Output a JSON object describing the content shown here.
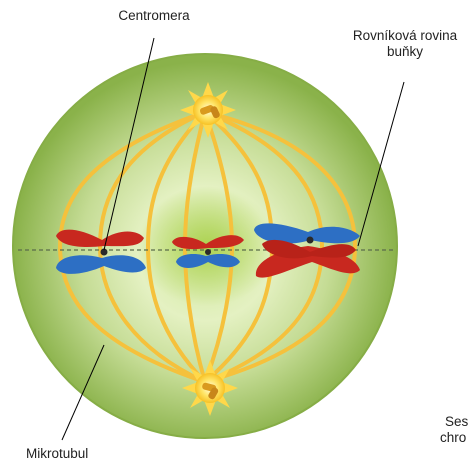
{
  "labels": {
    "centromere": "Centromera",
    "equatorial_plane_line1": "Rovníková rovina",
    "equatorial_plane_line2": "buňky",
    "microtubule": "Mikrotubul",
    "sister_chromatids_line1": "Ses",
    "sister_chromatids_line2": "chro"
  },
  "colors": {
    "cell_outer": "#8ab24a",
    "cell_inner": "#e2f0b4",
    "spindle": "#f6c23a",
    "centrosome": "#ffe36a",
    "chromatid_red": "#c8281f",
    "chromatid_blue": "#2d6fc4",
    "equator_line": "#5a6b4a"
  }
}
